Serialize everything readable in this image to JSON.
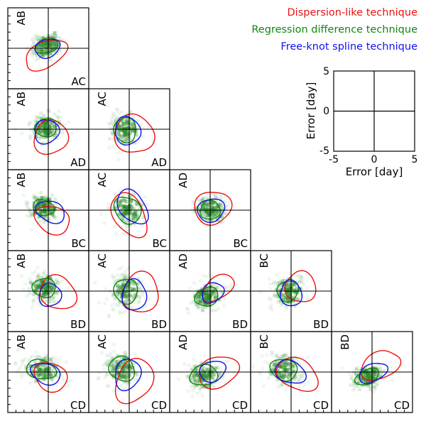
{
  "chart_data": {
    "type": "scatter",
    "legend": {
      "placement": "top-right",
      "entries": [
        {
          "label": "Dispersion-like technique",
          "color": "#ee1111"
        },
        {
          "label": "Regression difference technique",
          "color": "#118811"
        },
        {
          "label": "Free-knot spline technique",
          "color": "#1111ee"
        }
      ]
    },
    "scale_panel": {
      "xlabel": "Error [day]",
      "ylabel": "Error [day]",
      "xlim": [
        -5,
        5
      ],
      "ylim": [
        -5,
        5
      ],
      "xticks": [
        "-5",
        "0",
        "5"
      ],
      "yticks": [
        "5",
        "0",
        "-5"
      ]
    },
    "panels": [
      {
        "ylabel": "AB",
        "xlabel": "AC",
        "corr": 0.55,
        "green": {
          "cx": -0.2,
          "cy": 0.3,
          "rx": 1.4,
          "ry": 0.9
        },
        "blue": {
          "cx": -0.1,
          "cy": 0.0,
          "rx": 1.6,
          "ry": 1.1
        },
        "red": {
          "cx": -0.3,
          "cy": -0.8,
          "rx": 2.9,
          "ry": 1.5
        }
      },
      {
        "ylabel": "AB",
        "xlabel": "AD",
        "corr": 0.35,
        "green": {
          "cx": -0.3,
          "cy": 0.2,
          "rx": 1.4,
          "ry": 1.1
        },
        "blue": {
          "cx": -0.2,
          "cy": -0.3,
          "rx": 1.6,
          "ry": 1.4
        },
        "red": {
          "cx": 0.3,
          "cy": -1.0,
          "rx": 2.1,
          "ry": 2.1
        }
      },
      {
        "ylabel": "AC",
        "xlabel": "AD",
        "corr": 0.6,
        "green": {
          "cx": -0.5,
          "cy": -0.1,
          "rx": 1.4,
          "ry": 1.5
        },
        "blue": {
          "cx": -0.2,
          "cy": -0.2,
          "rx": 1.5,
          "ry": 1.8
        },
        "red": {
          "cx": 0.6,
          "cy": -0.6,
          "rx": 2.3,
          "ry": 2.5
        }
      },
      {
        "ylabel": "AB",
        "xlabel": "BC",
        "corr": -0.35,
        "green": {
          "cx": -0.6,
          "cy": 0.3,
          "rx": 1.3,
          "ry": 1.0
        },
        "blue": {
          "cx": 0.3,
          "cy": -0.2,
          "rx": 1.8,
          "ry": 1.3
        },
        "red": {
          "cx": 0.5,
          "cy": -1.2,
          "rx": 2.3,
          "ry": 1.6
        }
      },
      {
        "ylabel": "AC",
        "xlabel": "BC",
        "corr": 0.8,
        "green": {
          "cx": -0.2,
          "cy": 0.0,
          "rx": 1.5,
          "ry": 1.8
        },
        "blue": {
          "cx": 0.4,
          "cy": 0.4,
          "rx": 1.6,
          "ry": 2.3
        },
        "red": {
          "cx": 0.0,
          "cy": -0.6,
          "rx": 1.9,
          "ry": 2.9
        }
      },
      {
        "ylabel": "AD",
        "xlabel": "BC",
        "corr": 0.1,
        "green": {
          "cx": 0.0,
          "cy": 0.0,
          "rx": 1.3,
          "ry": 1.1
        },
        "blue": {
          "cx": 0.1,
          "cy": 0.0,
          "rx": 1.7,
          "ry": 1.4
        },
        "red": {
          "cx": 0.3,
          "cy": 0.3,
          "rx": 2.2,
          "ry": 2.1
        }
      },
      {
        "ylabel": "AB",
        "xlabel": "BD",
        "corr": -0.45,
        "green": {
          "cx": -0.5,
          "cy": 0.4,
          "rx": 1.4,
          "ry": 1.2
        },
        "blue": {
          "cx": 0.2,
          "cy": -0.5,
          "rx": 1.3,
          "ry": 1.5
        },
        "red": {
          "cx": 1.2,
          "cy": -0.2,
          "rx": 2.3,
          "ry": 2.0
        }
      },
      {
        "ylabel": "AC",
        "xlabel": "BD",
        "corr": -0.25,
        "green": {
          "cx": -0.4,
          "cy": 0.0,
          "rx": 1.4,
          "ry": 1.6
        },
        "blue": {
          "cx": 0.6,
          "cy": -0.5,
          "rx": 1.5,
          "ry": 1.9
        },
        "red": {
          "cx": 1.4,
          "cy": -0.2,
          "rx": 2.3,
          "ry": 2.4
        }
      },
      {
        "ylabel": "AD",
        "xlabel": "BD",
        "corr": 0.7,
        "green": {
          "cx": -0.4,
          "cy": -0.7,
          "rx": 1.5,
          "ry": 1.1
        },
        "blue": {
          "cx": 0.3,
          "cy": -0.2,
          "rx": 1.5,
          "ry": 1.1
        },
        "red": {
          "cx": 1.0,
          "cy": 0.4,
          "rx": 2.2,
          "ry": 1.3
        }
      },
      {
        "ylabel": "BC",
        "xlabel": "BD",
        "corr": 0.45,
        "green": {
          "cx": -0.4,
          "cy": 0.0,
          "rx": 1.4,
          "ry": 1.2
        },
        "blue": {
          "cx": 0.0,
          "cy": -0.3,
          "rx": 1.3,
          "ry": 1.6
        },
        "red": {
          "cx": 1.2,
          "cy": 0.5,
          "rx": 1.8,
          "ry": 2.0
        }
      },
      {
        "ylabel": "AB",
        "xlabel": "CD",
        "corr": -0.35,
        "green": {
          "cx": -0.9,
          "cy": 0.3,
          "rx": 1.8,
          "ry": 1.2
        },
        "blue": {
          "cx": -0.3,
          "cy": -0.2,
          "rx": 1.8,
          "ry": 1.3
        },
        "red": {
          "cx": 0.3,
          "cy": -0.6,
          "rx": 2.1,
          "ry": 1.7
        }
      },
      {
        "ylabel": "AC",
        "xlabel": "CD",
        "corr": -0.6,
        "green": {
          "cx": -0.9,
          "cy": 0.4,
          "rx": 1.6,
          "ry": 1.5
        },
        "blue": {
          "cx": -0.2,
          "cy": -0.3,
          "rx": 1.6,
          "ry": 1.9
        },
        "red": {
          "cx": 0.6,
          "cy": -1.1,
          "rx": 2.2,
          "ry": 2.8
        }
      },
      {
        "ylabel": "AD",
        "xlabel": "CD",
        "corr": 0.3,
        "green": {
          "cx": -0.8,
          "cy": -0.4,
          "rx": 1.8,
          "ry": 1.2
        },
        "blue": {
          "cx": 0.3,
          "cy": 0.1,
          "rx": 1.7,
          "ry": 1.2
        },
        "red": {
          "cx": 1.0,
          "cy": 0.0,
          "rx": 2.5,
          "ry": 1.9
        }
      },
      {
        "ylabel": "BC",
        "xlabel": "CD",
        "corr": -0.55,
        "green": {
          "cx": -0.9,
          "cy": 0.3,
          "rx": 1.7,
          "ry": 1.3
        },
        "blue": {
          "cx": -0.1,
          "cy": 0.0,
          "rx": 1.9,
          "ry": 1.4
        },
        "red": {
          "cx": 0.8,
          "cy": -0.3,
          "rx": 2.6,
          "ry": 1.9
        }
      },
      {
        "ylabel": "BD",
        "xlabel": "CD",
        "corr": 0.6,
        "green": {
          "cx": -0.6,
          "cy": -0.6,
          "rx": 1.5,
          "ry": 0.9
        },
        "blue": {
          "cx": 0.1,
          "cy": -0.1,
          "rx": 1.8,
          "ry": 1.1
        },
        "red": {
          "cx": 1.0,
          "cy": 0.8,
          "rx": 2.6,
          "ry": 1.6
        }
      }
    ]
  }
}
